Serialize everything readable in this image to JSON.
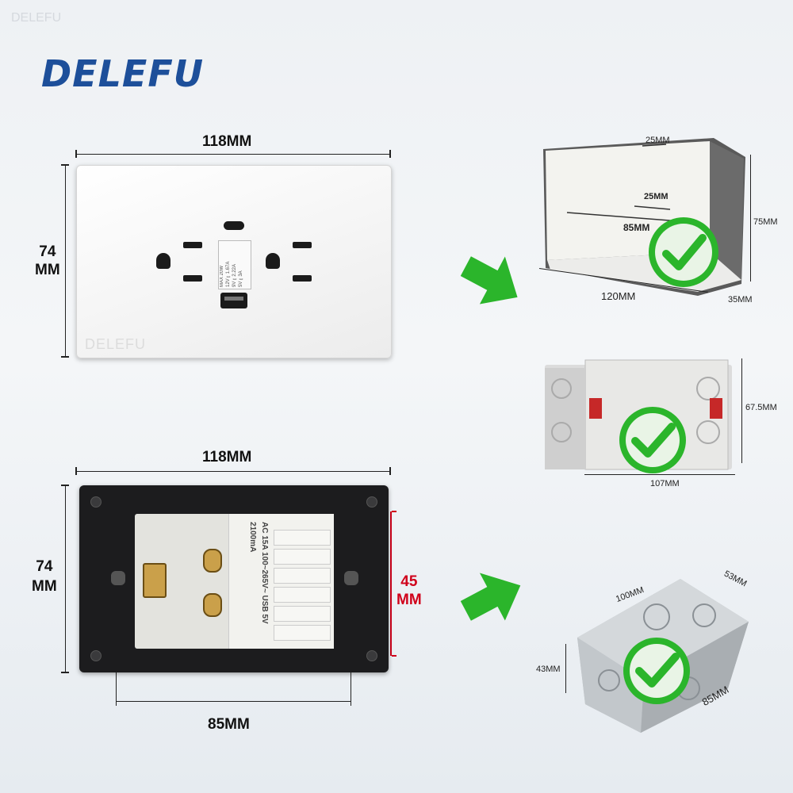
{
  "brand": {
    "name": "DELEFU",
    "watermark": "DELEFU"
  },
  "front_panel": {
    "width_label": "118MM",
    "height_label": "74\nMM",
    "plate_watermark": "DELEFU",
    "module_text": [
      "MAX 20W",
      "12V⎓1.67A",
      "9V⎓2.22A",
      "5V⎓3A"
    ]
  },
  "back_panel": {
    "width_label": "118MM",
    "height_label": "74\nMM",
    "module_height_label": "45\nMM",
    "bottom_width_label": "85MM",
    "module_label": "AC 15A 100~265V~ USB 5V 2100mA"
  },
  "box_plastic_large": {
    "top_label": "25MM",
    "inner_label": "25MM",
    "depth_label": "85MM",
    "width_label": "120MM",
    "height_label": "75MM",
    "side_label": "35MM"
  },
  "box_plastic_small": {
    "height_label": "67.5MM",
    "width_label": "107MM"
  },
  "box_metal": {
    "top_label": "100MM",
    "side_top_label": "53MM",
    "height_label": "43MM",
    "depth_label": "85MM"
  },
  "colors": {
    "brand": "#1d4f9a",
    "accent_red": "#d0021b",
    "check_green": "#2bb52b"
  }
}
